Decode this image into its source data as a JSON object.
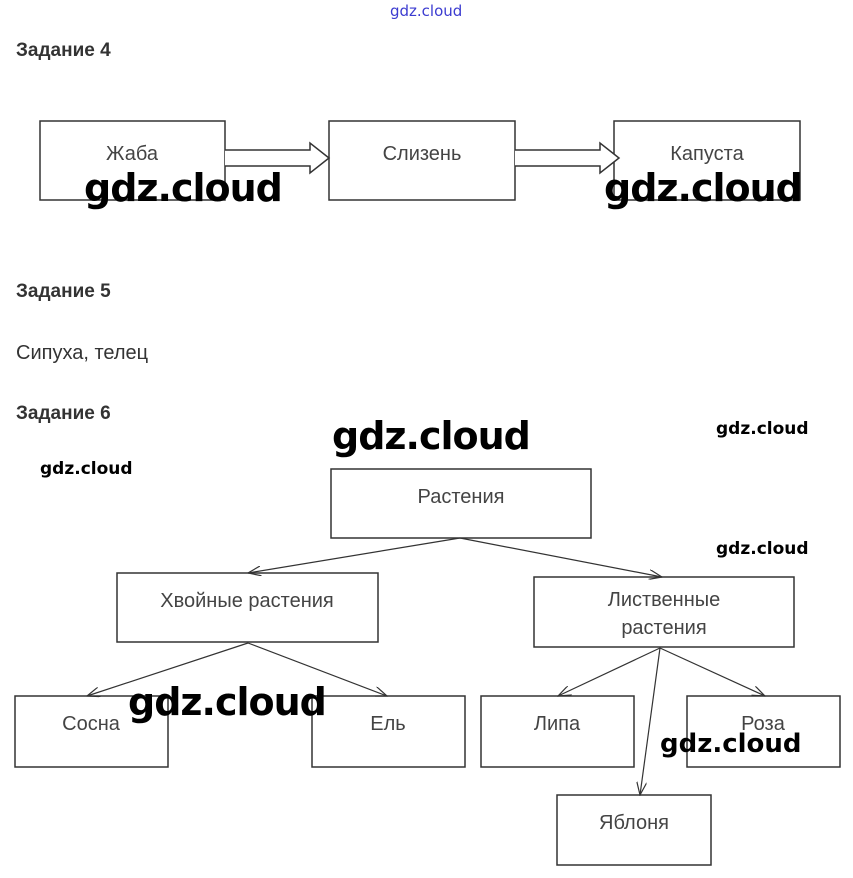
{
  "watermark": "gdz.cloud",
  "task4": {
    "heading": "Задание 4",
    "chain": [
      "Жаба",
      "Слизень",
      "Капуста"
    ]
  },
  "task5": {
    "heading": "Задание 5",
    "answer": "Сипуха, телец"
  },
  "task6": {
    "heading": "Задание 6",
    "root": "Растения",
    "conifers": "Хвойные растения",
    "deciduous_line1": "Лиственные",
    "deciduous_line2": "растения",
    "leaves": [
      "Сосна",
      "Ель",
      "Липа",
      "Роза",
      "Яблоня"
    ]
  }
}
